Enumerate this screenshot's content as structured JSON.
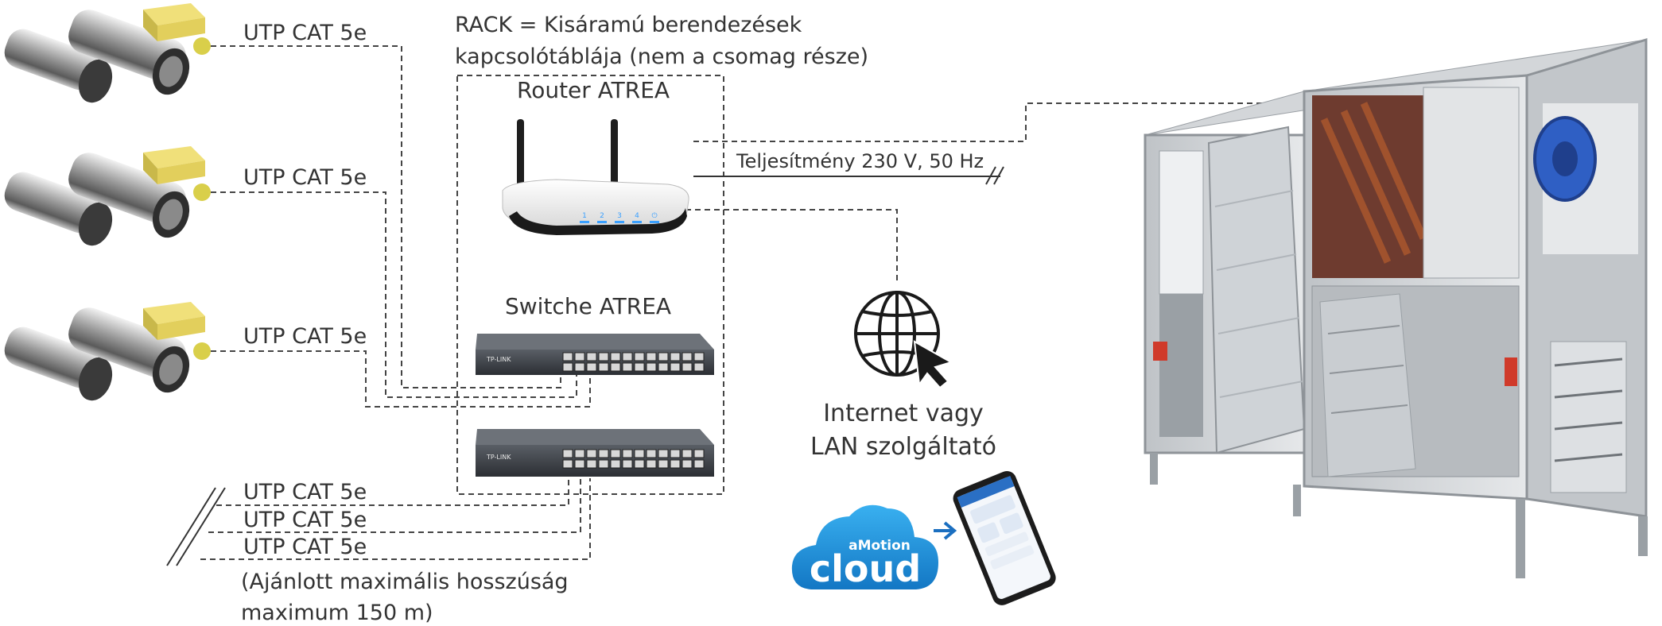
{
  "rack": {
    "line1": "RACK = Kisáramú berendezések",
    "line2": "kapcsolótáblája (nem a csomag része)"
  },
  "router": {
    "title": "Router ATREA",
    "ports": [
      "1",
      "2",
      "3",
      "4",
      "⏻"
    ]
  },
  "switch": {
    "title": "Switche ATREA",
    "brand": "TP-LINK"
  },
  "cables": {
    "utp": "UTP CAT 5e",
    "power": "Teljesítmény 230 V, 50 Hz",
    "note_line1": "(Ajánlott maximális hosszúság",
    "note_line2": "maximum 150 m)"
  },
  "internet": {
    "line1": "Internet vagy",
    "line2": "LAN szolgáltató"
  },
  "cloud": {
    "small": "aMotion",
    "big": "cloud"
  },
  "colors": {
    "sensor_yellow": "#d9cf4a",
    "cloud_blue": "#1b8fd6",
    "dash_line": "#444444",
    "fan_blue": "#2f5fc4"
  }
}
